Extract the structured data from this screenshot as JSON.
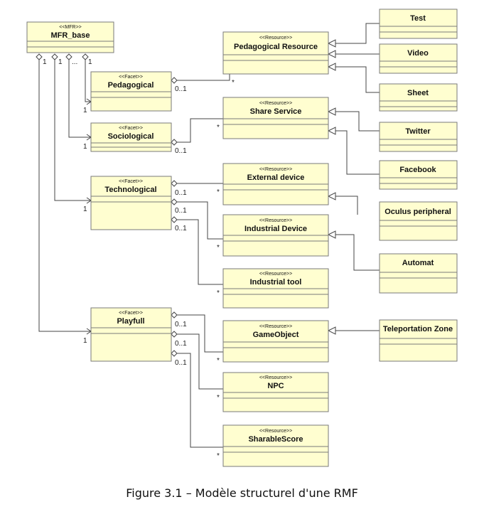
{
  "classes": {
    "mfr_base": {
      "stereotype": "<<MFR>>",
      "name": "MFR_base"
    },
    "pedagogical": {
      "stereotype": "<<Facet>>",
      "name": "Pedagogical"
    },
    "sociological": {
      "stereotype": "<<Facet>>",
      "name": "Sociological"
    },
    "technological": {
      "stereotype": "<<Facet>>",
      "name": "Technological"
    },
    "playfull": {
      "stereotype": "<<Facet>>",
      "name": "Playfull"
    },
    "pedagogical_resource": {
      "stereotype": "<<Resource>>",
      "name": "Pedagogical Resource"
    },
    "share_service": {
      "stereotype": "<<Resource>>",
      "name": "Share Service"
    },
    "external_device": {
      "stereotype": "<<Resource>>",
      "name": "External device"
    },
    "industrial_device": {
      "stereotype": "<<Resource>>",
      "name": "Industrial Device"
    },
    "industrial_tool": {
      "stereotype": "<<Resource>>",
      "name": "Industrial tool"
    },
    "gameobject": {
      "stereotype": "<<Resource>>",
      "name": "GameObject"
    },
    "npc": {
      "stereotype": "<<Resource>>",
      "name": "NPC"
    },
    "sharable_score": {
      "stereotype": "<<Resource>>",
      "name": "SharableScore"
    },
    "test": {
      "name": "Test"
    },
    "video": {
      "name": "Video"
    },
    "sheet": {
      "name": "Sheet"
    },
    "twitter": {
      "name": "Twitter"
    },
    "facebook": {
      "name": "Facebook"
    },
    "oculus_peripheral": {
      "name": "Oculus peripheral"
    },
    "automat": {
      "name": "Automat"
    },
    "teleportation_zone": {
      "name": "Teleportation Zone"
    }
  },
  "multiplicities": {
    "one": "1",
    "zero_one": "0..1",
    "many": "*",
    "ellipsis": "..."
  },
  "caption": "Figure 3.1 – Modèle structurel d'une RMF"
}
